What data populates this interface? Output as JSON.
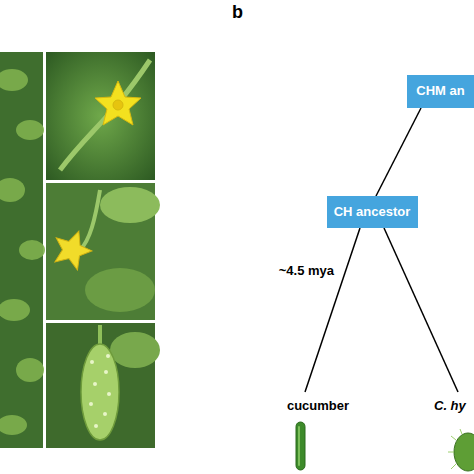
{
  "diagram": {
    "nodes": [
      {
        "text": [
          "CHM an"
        ]
      },
      {
        "text": [
          "CH ancestor"
        ]
      }
    ],
    "edges": [
      {
        "from": 0,
        "to": 1,
        "arrow": "none"
      }
    ],
    "labels": [
      "b",
      "~4.5 mya",
      "cucumber",
      "C. hy"
    ]
  }
}
